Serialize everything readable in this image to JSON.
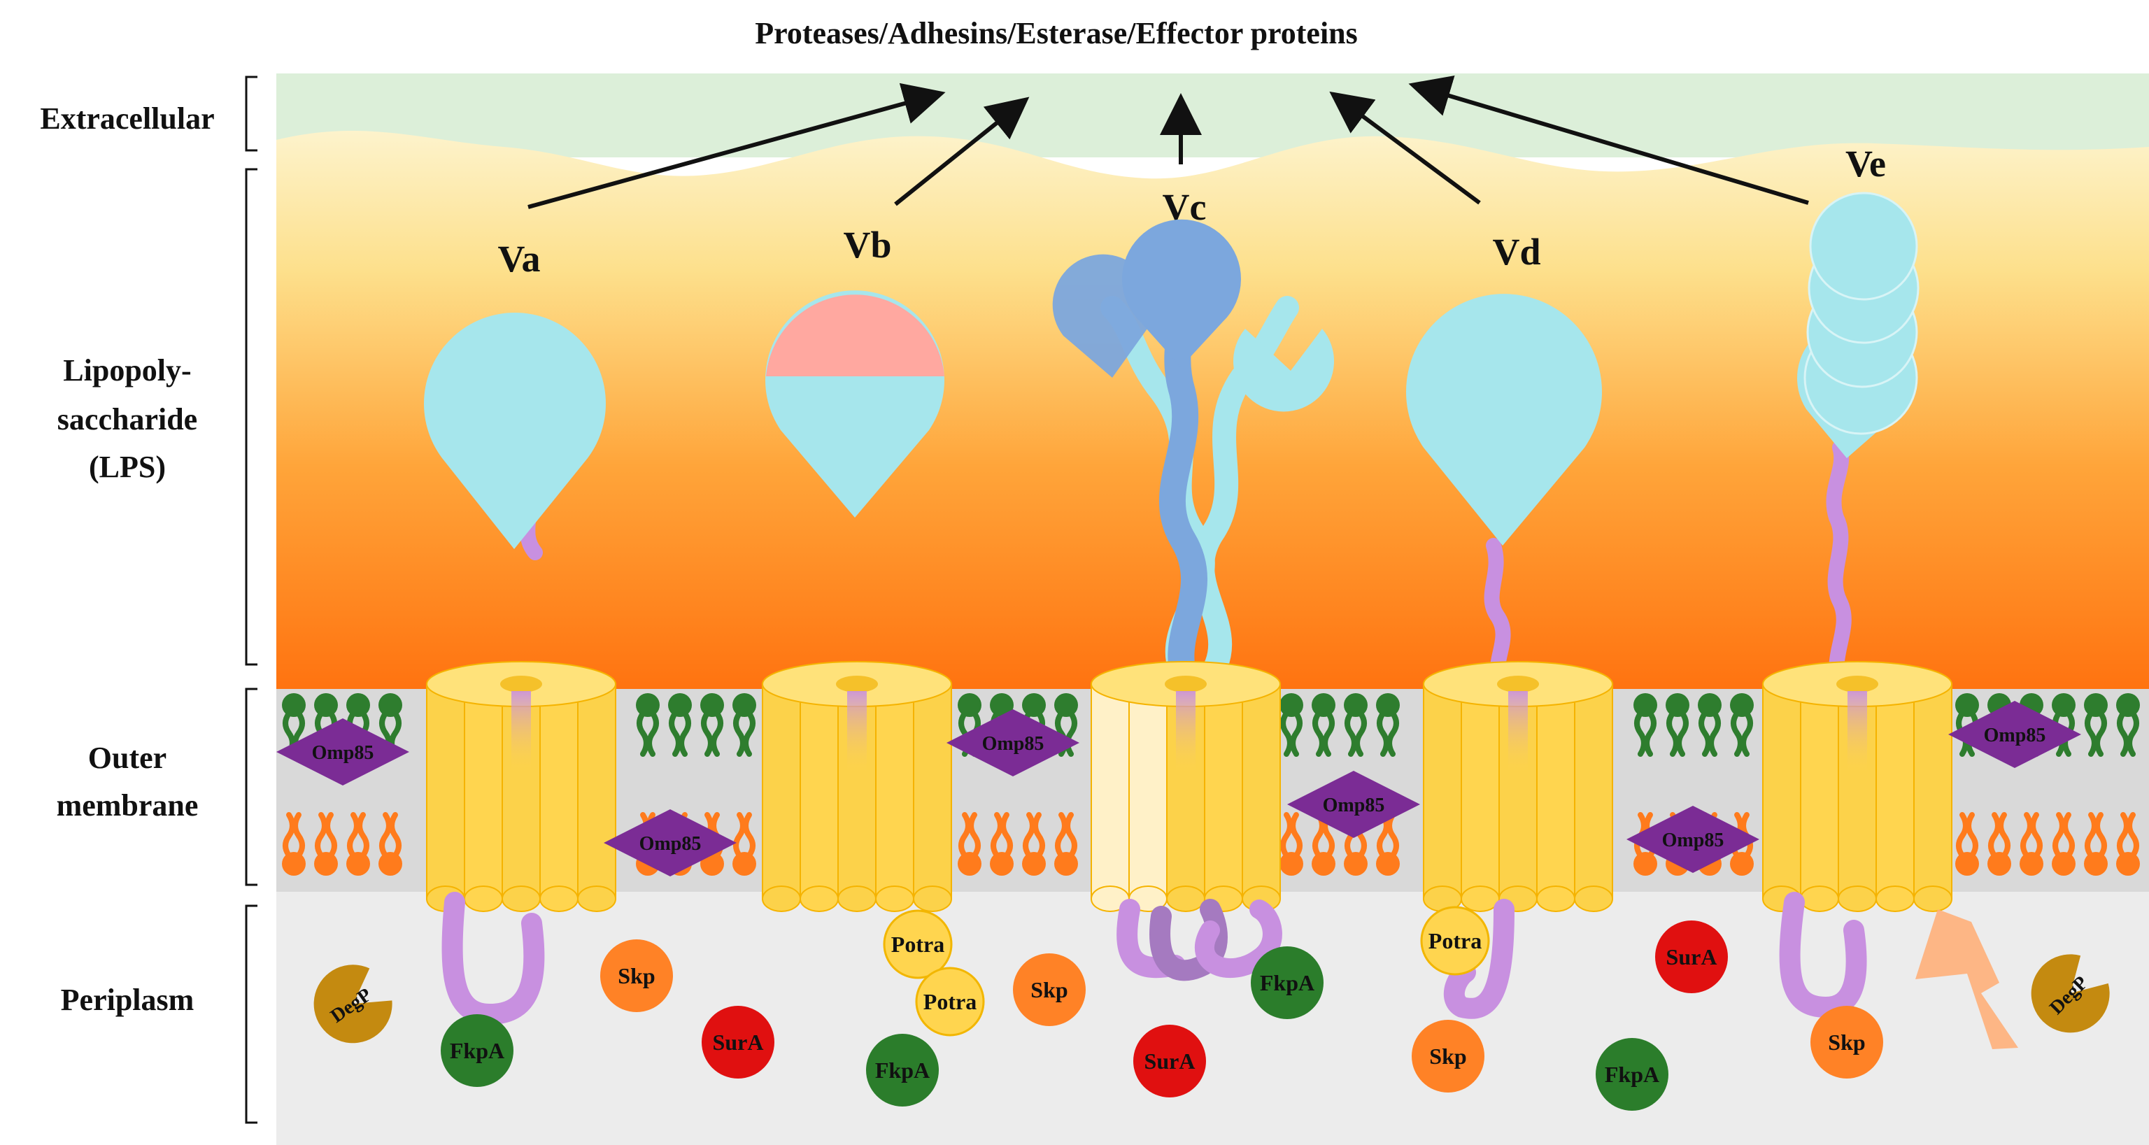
{
  "title": "Proteases/Adhesins/Esterase/Effector proteins",
  "regions": {
    "extracellular": "Extracellular",
    "lps_line1": "Lipopoly-",
    "lps_line2": "saccharide",
    "lps_line3": "(LPS)",
    "om_line1": "Outer",
    "om_line2": "membrane",
    "periplasm": "Periplasm"
  },
  "systems": [
    "Va",
    "Vb",
    "Vc",
    "Vd",
    "Ve"
  ],
  "omp85_label": "Omp85",
  "chaperones": {
    "skp": "Skp",
    "sura": "SurA",
    "fkpa": "FkpA",
    "degp": "DegP",
    "potra": "Potra"
  },
  "colors": {
    "extracellular_band": "#dcefd9",
    "lps_top": "#fdf1c6",
    "lps_bottom": "#ff7410",
    "membrane_bg": "#d9d9d9",
    "periplasm_bg": "#ececec",
    "head_group_green": "#2e7d2e",
    "head_group_orange": "#ff7b1c",
    "barrel": "#ffd54f",
    "passenger": "#a6e6ec",
    "linker": "#c890e0",
    "omp85": "#7b2c95",
    "skp": "#ff8226",
    "sura": "#e01010",
    "fkpa": "#2b7d2b",
    "degp": "#c48a10",
    "potra": "#ffd54f",
    "vb_cap": "#ffa8a0",
    "vc_head": "#7ca7dd"
  }
}
